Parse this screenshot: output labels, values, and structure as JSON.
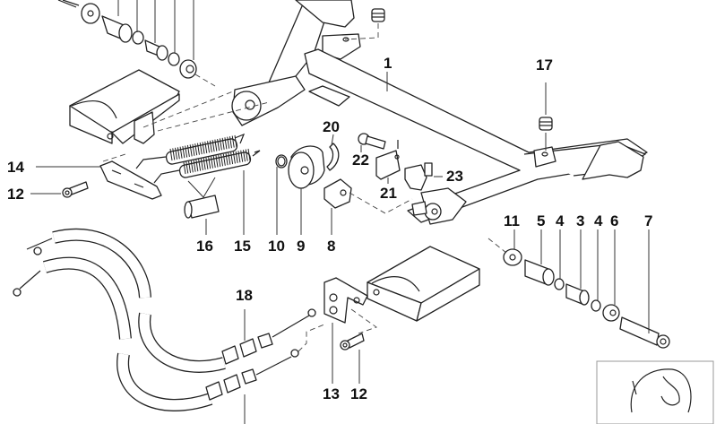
{
  "diagram": {
    "type": "exploded parts diagram",
    "subject": "Parking brake / handbrake lever assembly with cables",
    "callouts": [
      {
        "id": "c1",
        "label": "1"
      },
      {
        "id": "c3",
        "label": "3"
      },
      {
        "id": "c4a",
        "label": "4"
      },
      {
        "id": "c4b",
        "label": "4"
      },
      {
        "id": "c5",
        "label": "5"
      },
      {
        "id": "c6",
        "label": "6"
      },
      {
        "id": "c7",
        "label": "7"
      },
      {
        "id": "c8",
        "label": "8"
      },
      {
        "id": "c9",
        "label": "9"
      },
      {
        "id": "c10",
        "label": "10"
      },
      {
        "id": "c11",
        "label": "11"
      },
      {
        "id": "c12a",
        "label": "12"
      },
      {
        "id": "c12b",
        "label": "12"
      },
      {
        "id": "c13",
        "label": "13"
      },
      {
        "id": "c14",
        "label": "14"
      },
      {
        "id": "c15",
        "label": "15"
      },
      {
        "id": "c16",
        "label": "16"
      },
      {
        "id": "c17",
        "label": "17"
      },
      {
        "id": "c18",
        "label": "18"
      },
      {
        "id": "c20",
        "label": "20"
      },
      {
        "id": "c21",
        "label": "21"
      },
      {
        "id": "c22",
        "label": "22"
      },
      {
        "id": "c23",
        "label": "23"
      }
    ]
  }
}
